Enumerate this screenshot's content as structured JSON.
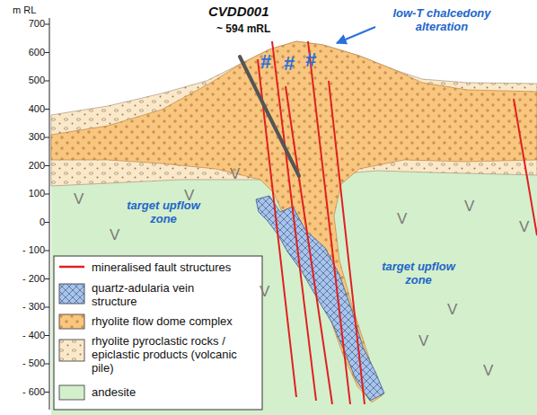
{
  "diagram": {
    "labels": [
      "m RL",
      "700",
      "600",
      "500",
      "400",
      "300",
      "200",
      "100",
      "0",
      "- 100",
      "- 200",
      "- 300",
      "- 400",
      "- 500",
      "- 600",
      "CVDD001",
      "~ 594 mRL",
      "low-T chalcedony alteration",
      "#",
      "#",
      "#",
      "target upflow zone",
      "target upflow zone",
      "V",
      "V",
      "V",
      "V",
      "V",
      "V",
      "V",
      "V",
      "V",
      "V",
      "V"
    ],
    "legend": [
      {
        "text": "mineralised fault structures"
      },
      {
        "text": "quartz-adularia vein structure",
        "color": "#a9c4e8"
      },
      {
        "text": "rhyolite flow dome complex",
        "color": "#f8c67e"
      },
      {
        "text": "rhyolite pyroclastic rocks / epiclastic products (volcanic pile)",
        "color": "#fbe8c8"
      },
      {
        "text": "andesite",
        "color": "#d4efcc"
      }
    ]
  }
}
